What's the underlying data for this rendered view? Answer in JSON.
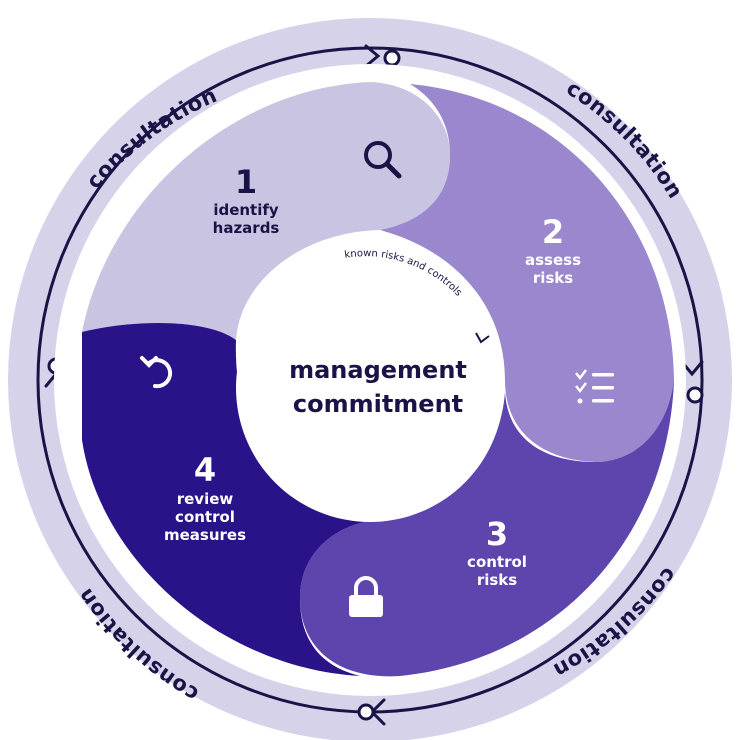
{
  "ring": {
    "labels": [
      "consultation",
      "consultation",
      "consultation",
      "consultation"
    ]
  },
  "center": {
    "line1": "management",
    "line2": "commitment",
    "arc_note": "known risks and controls"
  },
  "steps": [
    {
      "number": "1",
      "line1": "identify",
      "line2": "hazards",
      "icon": "search-icon"
    },
    {
      "number": "2",
      "line1": "assess",
      "line2": "risks",
      "icon": "checklist-icon"
    },
    {
      "number": "3",
      "line1": "control",
      "line2": "risks",
      "icon": "lock-icon"
    },
    {
      "number": "4",
      "line1": "review",
      "line2": "control",
      "line3": "measures",
      "icon": "undo-icon"
    }
  ],
  "colors": {
    "outer_ring": "#d6d2ea",
    "step1": "#cac4e3",
    "step2": "#9a87cd",
    "step3": "#5e45ad",
    "step4": "#2a1289",
    "dark_text": "#1a1446",
    "light_text": "#ffffff"
  }
}
